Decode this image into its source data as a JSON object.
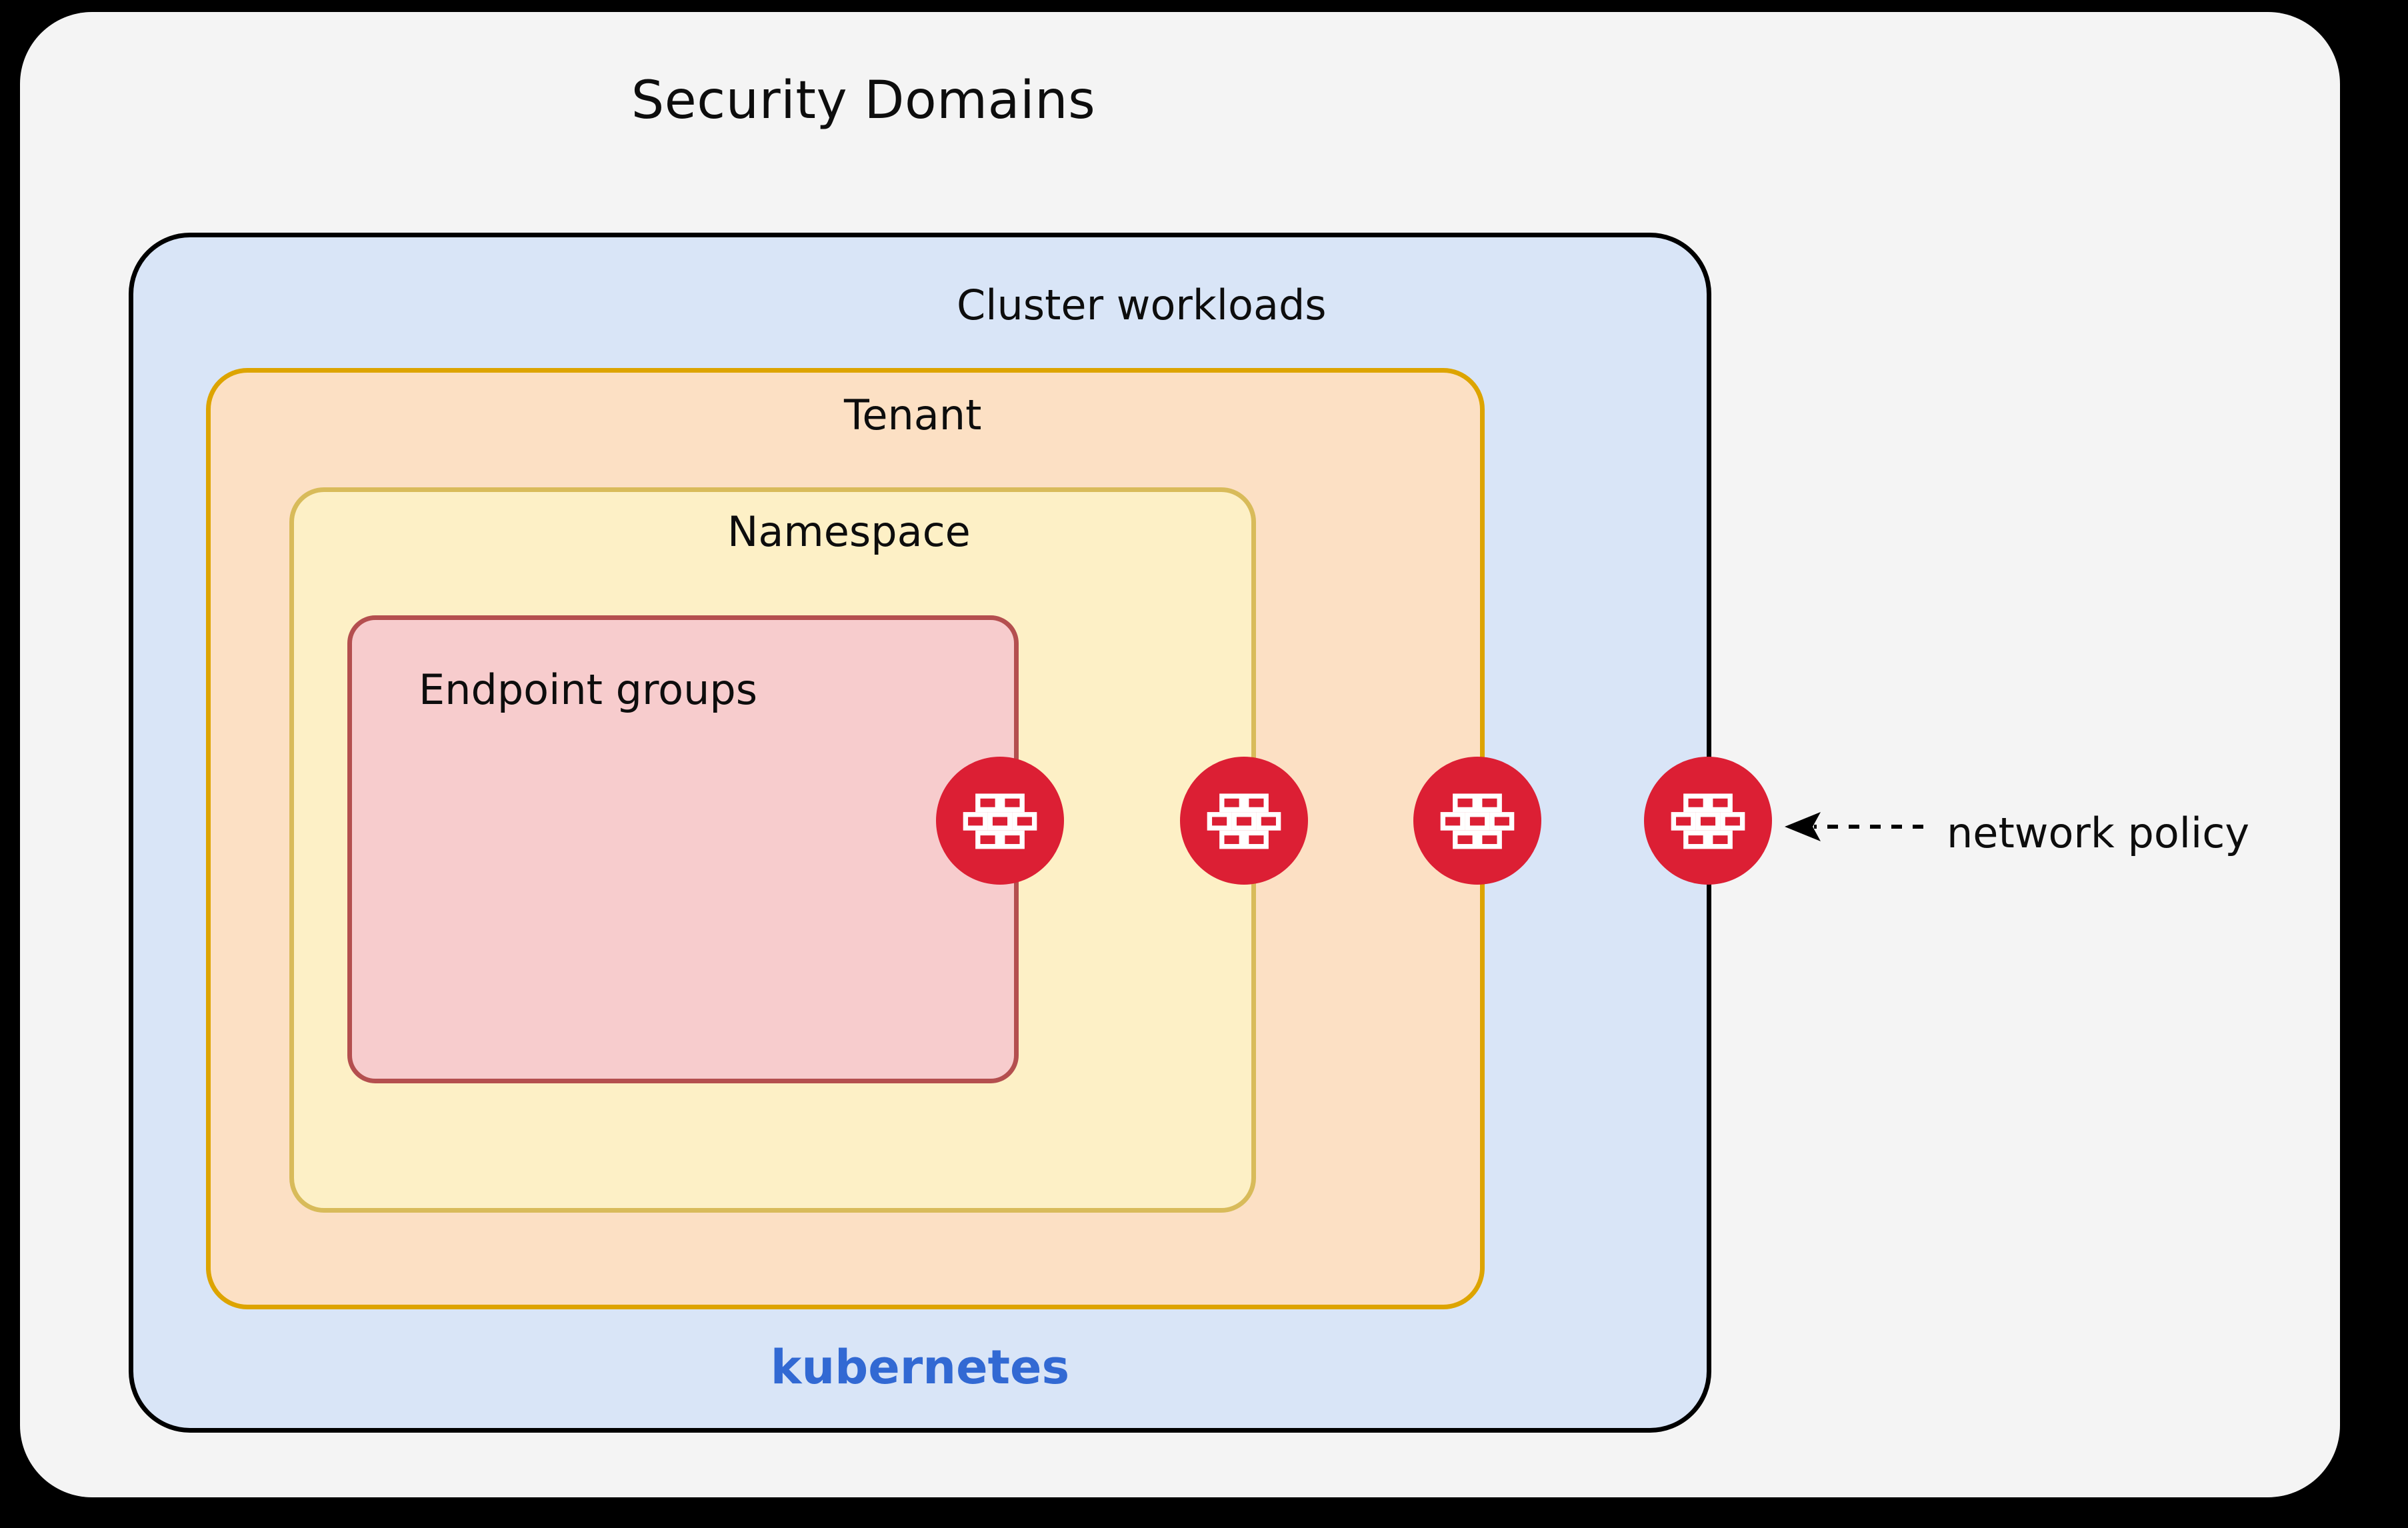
{
  "diagram": {
    "title": "Security Domains",
    "background_color": "#000000",
    "panel_color": "#f4f4f4"
  },
  "domains": [
    {
      "key": "cluster",
      "label": "Cluster workloads",
      "fill": "#d9e5f7",
      "stroke": "#000000",
      "level": 1
    },
    {
      "key": "tenant",
      "label": "Tenant",
      "fill": "#fce0c4",
      "stroke": "#dda400",
      "level": 2
    },
    {
      "key": "namespace",
      "label": "Namespace",
      "fill": "#fdf0c6",
      "stroke": "#d8bb5a",
      "level": 3
    },
    {
      "key": "endpoint",
      "label": "Endpoint groups",
      "fill": "#f7cccd",
      "stroke": "#b44f4f",
      "level": 4
    }
  ],
  "branding": {
    "wordmark": "kubernetes",
    "wordmark_color": "#3269d3"
  },
  "policy_markers": {
    "icon_name": "firewall-brick-wall-icon",
    "color": "#dc1f34",
    "count": 4,
    "boundaries": [
      "endpoint",
      "namespace",
      "tenant",
      "cluster"
    ]
  },
  "annotation": {
    "label": "network policy",
    "arrow_style": "dashed-left-arrow",
    "arrow_color": "#000000"
  }
}
